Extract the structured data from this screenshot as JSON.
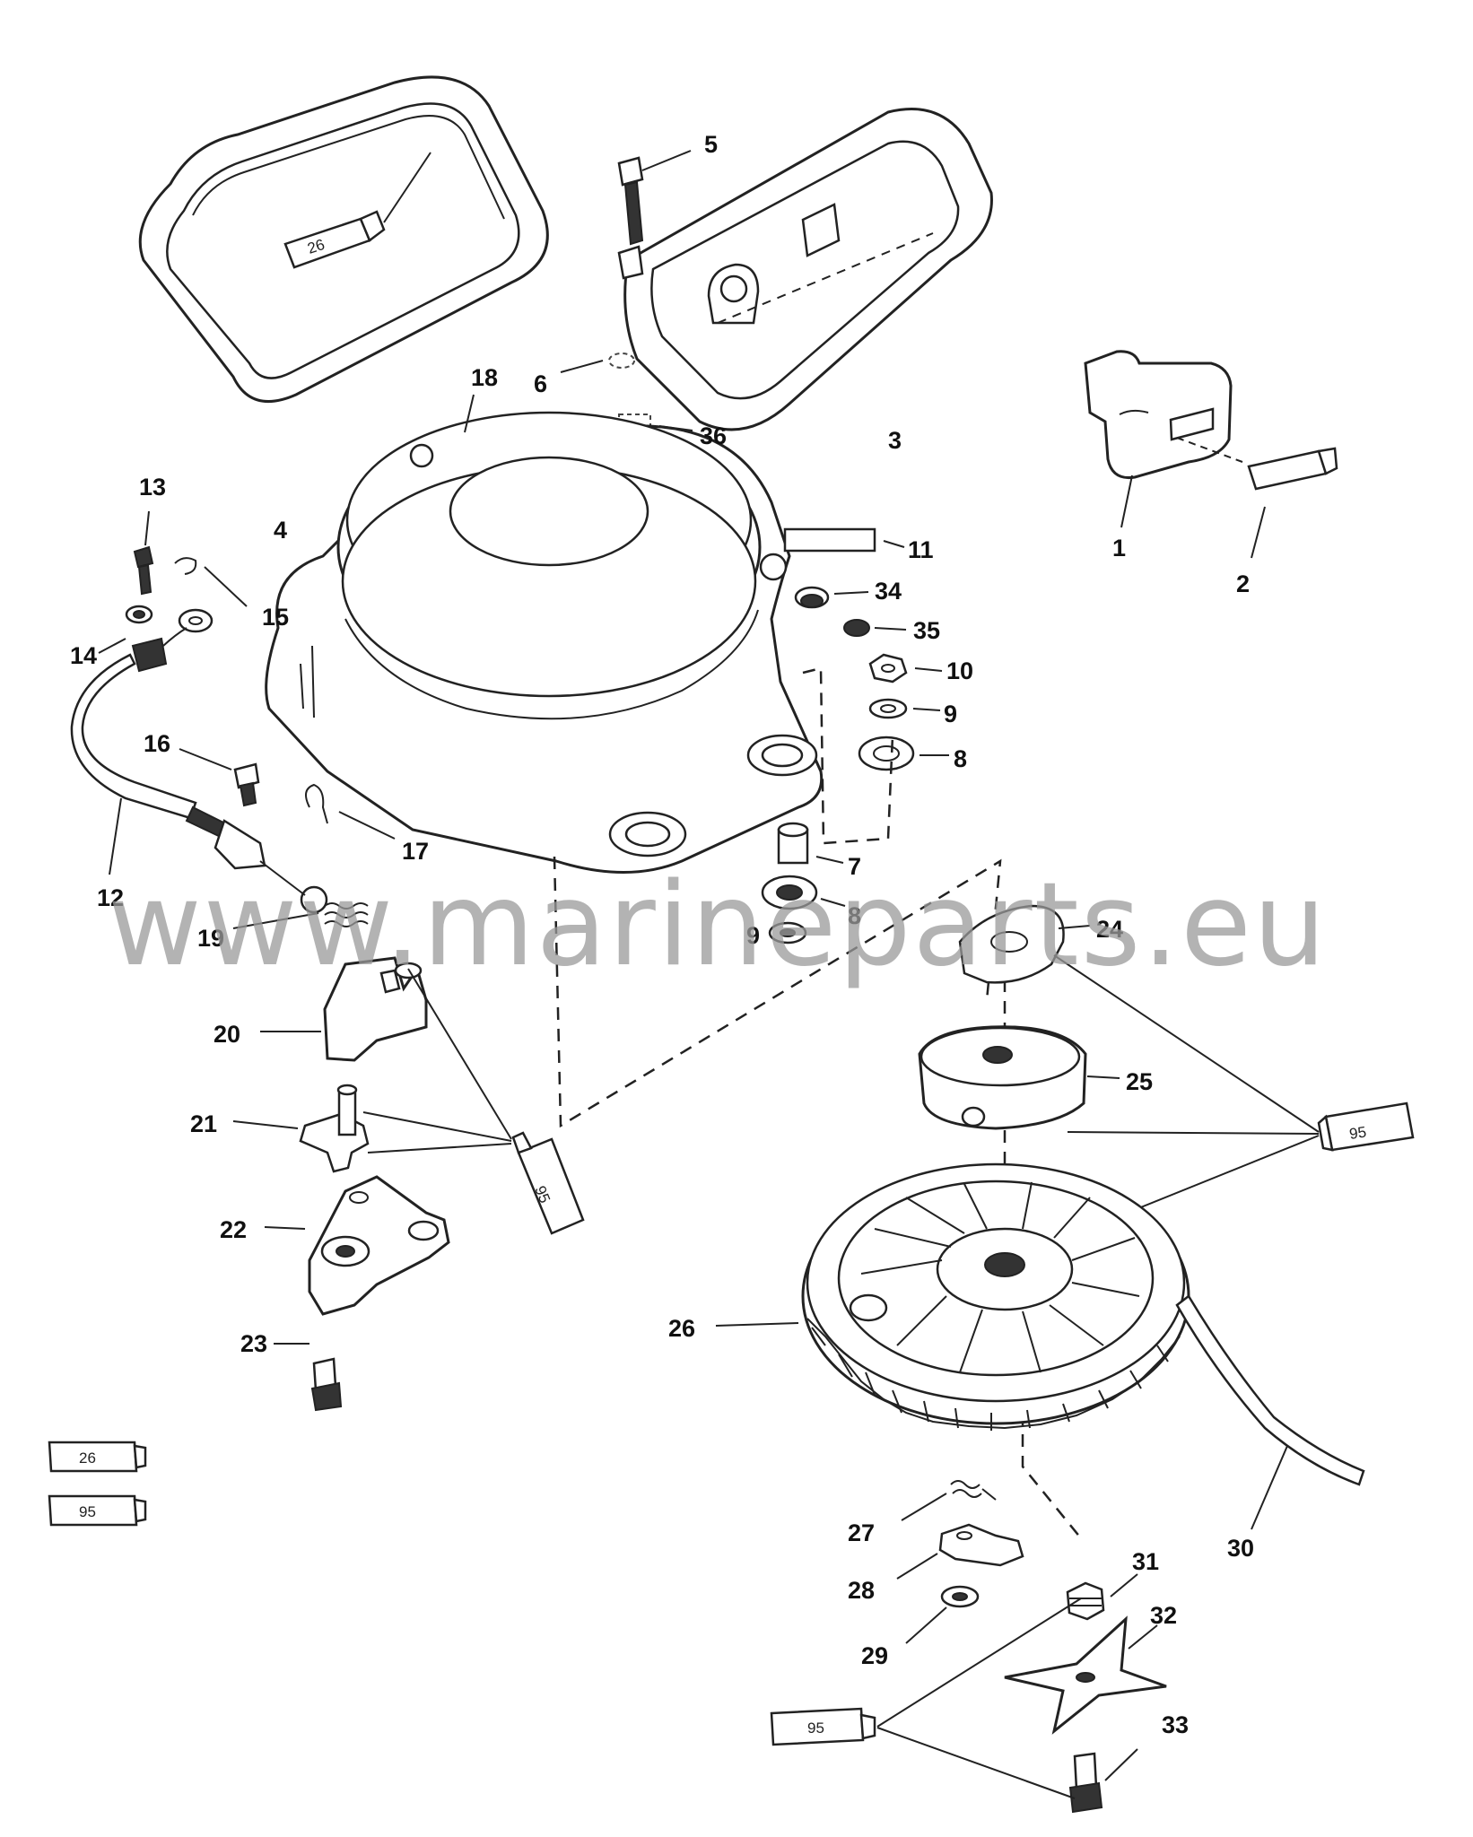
{
  "watermark": "www.marineparts.eu",
  "callouts": [
    {
      "id": "1",
      "label": "1"
    },
    {
      "id": "2",
      "label": "2"
    },
    {
      "id": "3",
      "label": "3"
    },
    {
      "id": "4",
      "label": "4"
    },
    {
      "id": "5",
      "label": "5"
    },
    {
      "id": "6",
      "label": "6"
    },
    {
      "id": "7",
      "label": "7"
    },
    {
      "id": "8a",
      "label": "8"
    },
    {
      "id": "8b",
      "label": "8"
    },
    {
      "id": "9a",
      "label": "9"
    },
    {
      "id": "9b",
      "label": "9"
    },
    {
      "id": "10",
      "label": "10"
    },
    {
      "id": "11",
      "label": "11"
    },
    {
      "id": "12",
      "label": "12"
    },
    {
      "id": "13",
      "label": "13"
    },
    {
      "id": "14",
      "label": "14"
    },
    {
      "id": "15",
      "label": "15"
    },
    {
      "id": "16",
      "label": "16"
    },
    {
      "id": "17",
      "label": "17"
    },
    {
      "id": "18",
      "label": "18"
    },
    {
      "id": "19",
      "label": "19"
    },
    {
      "id": "20",
      "label": "20"
    },
    {
      "id": "21",
      "label": "21"
    },
    {
      "id": "22",
      "label": "22"
    },
    {
      "id": "23",
      "label": "23"
    },
    {
      "id": "24",
      "label": "24"
    },
    {
      "id": "25",
      "label": "25"
    },
    {
      "id": "26",
      "label": "26"
    },
    {
      "id": "27",
      "label": "27"
    },
    {
      "id": "28",
      "label": "28"
    },
    {
      "id": "29",
      "label": "29"
    },
    {
      "id": "30",
      "label": "30"
    },
    {
      "id": "31",
      "label": "31"
    },
    {
      "id": "32",
      "label": "32"
    },
    {
      "id": "33",
      "label": "33"
    },
    {
      "id": "34",
      "label": "34"
    },
    {
      "id": "35",
      "label": "35"
    },
    {
      "id": "36",
      "label": "36"
    }
  ],
  "tubes": [
    {
      "id": "tube-seal-top",
      "label": "26"
    },
    {
      "id": "tube-right",
      "label": "95"
    },
    {
      "id": "tube-left-mid",
      "label": "95"
    },
    {
      "id": "tube-bottom",
      "label": "95"
    },
    {
      "id": "legend-26",
      "label": "26"
    },
    {
      "id": "legend-95",
      "label": "95"
    }
  ],
  "colors": {
    "ink": "#222222",
    "watermark": "#9a9a9a"
  }
}
